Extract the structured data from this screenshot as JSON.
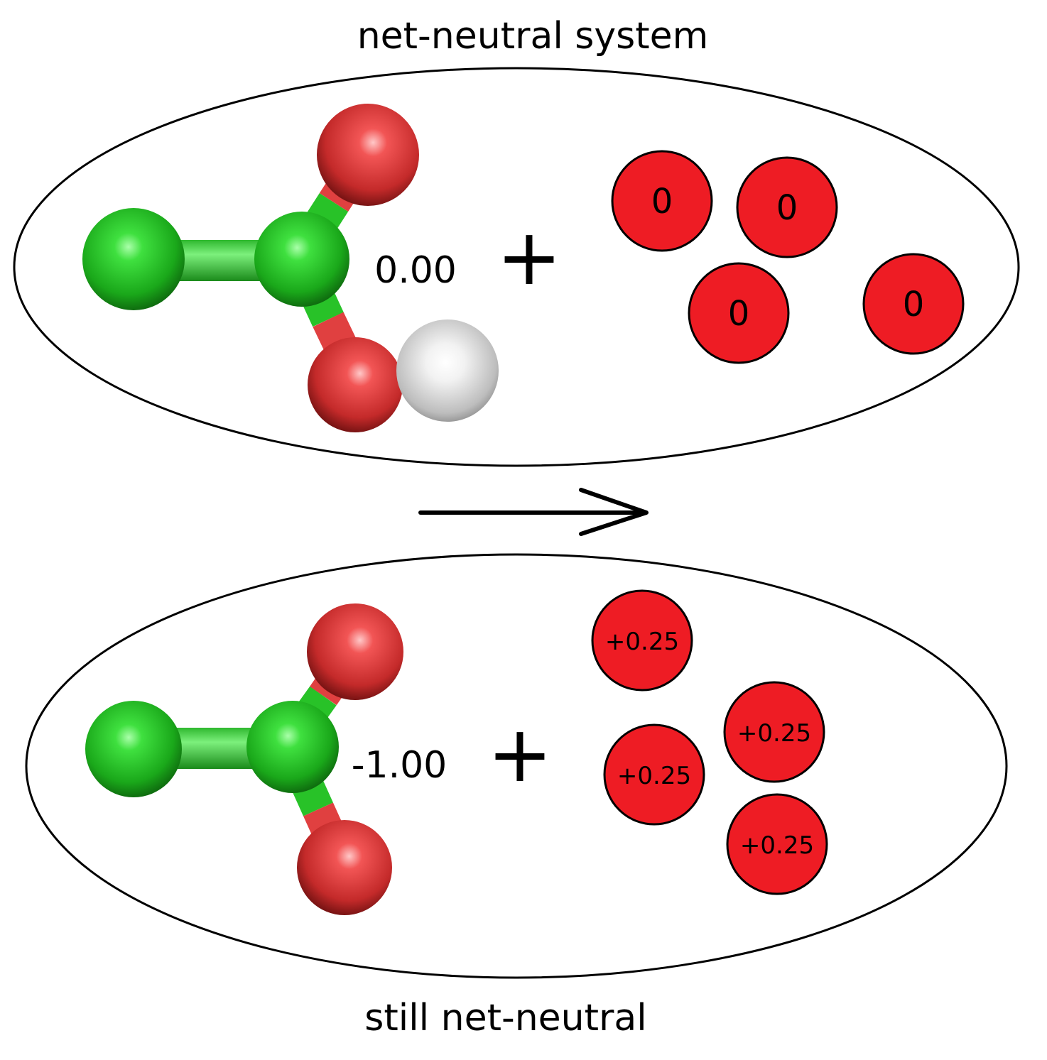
{
  "top_caption": "net-neutral system",
  "bottom_caption": "still net-neutral",
  "top_panel": {
    "molecule_charge": "0.00",
    "plus_sign": "+",
    "ion_charges": [
      "0",
      "0",
      "0",
      "0"
    ]
  },
  "bottom_panel": {
    "molecule_charge": "-1.00",
    "plus_sign": "+",
    "ion_charges": [
      "+0.25",
      "+0.25",
      "+0.25",
      "+0.25"
    ]
  },
  "colors": {
    "atom_green": "#22cc22",
    "atom_red": "#dd3333",
    "atom_hydrogen": "#e0e0e0",
    "ion_fill": "#ee1c24",
    "outline": "#000000"
  },
  "icons": {
    "reaction_arrow": "right-arrow-icon"
  }
}
